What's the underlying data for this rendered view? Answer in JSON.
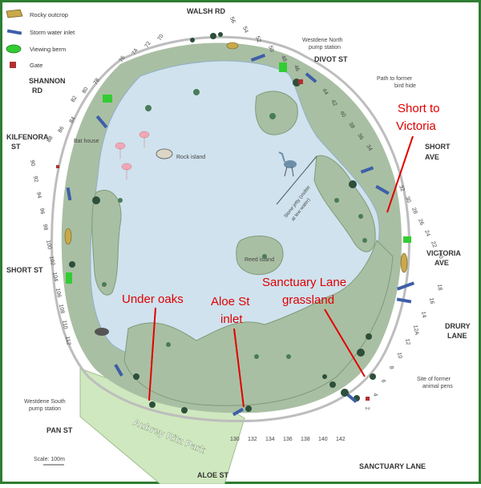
{
  "legend": [
    {
      "label": "Rocky outcrop",
      "icon": "rocky-outcrop-icon"
    },
    {
      "label": "Storm water inlet",
      "icon": "storm-water-inlet-icon"
    },
    {
      "label": "Viewing berm",
      "icon": "viewing-berm-icon"
    },
    {
      "label": "Gate",
      "icon": "gate-icon"
    }
  ],
  "streets": {
    "walsh": "WALSH RD",
    "divot": "DIVOT ST",
    "shannon_1": "SHANNON",
    "shannon_2": "RD",
    "kilfenora_1": "KILFENORA",
    "kilfenora_2": "ST",
    "short_west": "SHORT ST",
    "short_east_1": "SHORT",
    "short_east_2": "AVE",
    "victoria_1": "VICTORIA",
    "victoria_2": "AVE",
    "drury_1": "DRURY",
    "drury_2": "LANE",
    "pan": "PAN ST",
    "aloe": "ALOE ST",
    "sanctuary": "SANCTUARY LANE"
  },
  "places": {
    "north_pump_1": "Westdene North",
    "north_pump_2": "pump station",
    "bird_hide_1": "Path to former",
    "bird_hide_2": "bird hide",
    "bat_house": "Bat house",
    "rock_island": "Rock island",
    "reed_island": "Reed island",
    "jetty_1": "Stone jetty (visible",
    "jetty_2": "at low water)",
    "south_pump_1": "Westdene South",
    "south_pump_2": "pump station",
    "park": "Aubrey Ritz Park",
    "pens_1": "Site of former",
    "pens_2": "animal pens",
    "scale": "Scale: 100m"
  },
  "annotations": {
    "short_victoria_1": "Short to",
    "short_victoria_2": "Victoria",
    "under_oaks": "Under oaks",
    "aloe_inlet_1": "Aloe St",
    "aloe_inlet_2": "inlet",
    "sanctuary_grass_1": "Sanctuary Lane",
    "sanctuary_grass_2": "grassland"
  },
  "house_numbers": {
    "walsh": [
      "56",
      "54",
      "52",
      "50",
      "48",
      "46"
    ],
    "north_left": [
      "76",
      "74",
      "72",
      "70"
    ],
    "shannon_east": [
      "82",
      "80",
      "78"
    ],
    "nw": [
      "88",
      "86",
      "84"
    ],
    "east_top": [
      "44",
      "42",
      "40",
      "38",
      "36",
      "34"
    ],
    "east_mid": [
      "32",
      "30",
      "28",
      "26",
      "24",
      "22",
      "20"
    ],
    "east_low": [
      "18",
      "16",
      "14",
      "12A",
      "12",
      "10",
      "8",
      "6",
      "4",
      "2"
    ],
    "west": [
      "90",
      "92",
      "94",
      "96",
      "98",
      "100",
      "102",
      "104",
      "106",
      "108",
      "110",
      "112"
    ],
    "south": [
      "130",
      "132",
      "134",
      "136",
      "138",
      "140",
      "142"
    ]
  },
  "colors": {
    "frame": "#2e7d32",
    "lake": "#cfe2ee",
    "grass": "#a9bfa3",
    "park": "#cfe8bf",
    "annotation": "#e00000",
    "inlet": "#3d5fa8",
    "berm": "#33cc33"
  }
}
